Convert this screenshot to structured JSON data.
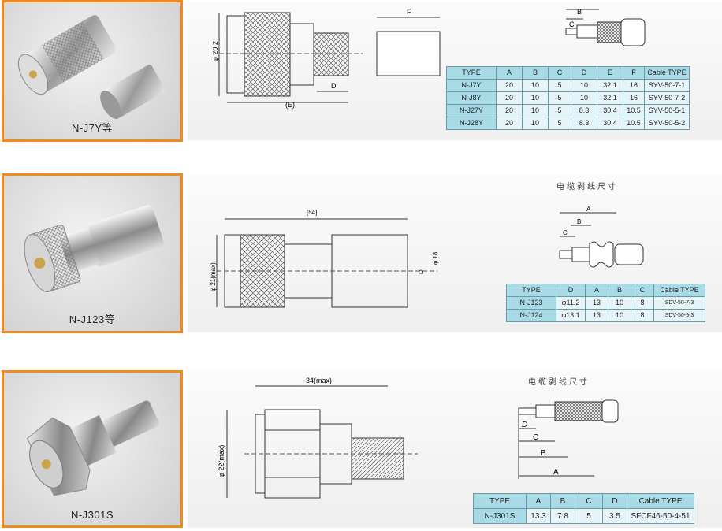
{
  "products": [
    {
      "caption": "N-J7Y等",
      "drawing_labels": {
        "dia": "φ 20.2",
        "d": "D",
        "e": "(E)",
        "f": "F",
        "b": "B",
        "c": "C"
      },
      "table": {
        "headers": [
          "TYPE",
          "A",
          "B",
          "C",
          "D",
          "E",
          "F",
          "Cable TYPE"
        ],
        "rows": [
          [
            "N-J7Y",
            "20",
            "10",
            "5",
            "10",
            "32.1",
            "16",
            "SYV-50-7-1"
          ],
          [
            "N-J8Y",
            "20",
            "10",
            "5",
            "10",
            "32.1",
            "16",
            "SYV-50-7-2"
          ],
          [
            "N-J27Y",
            "20",
            "10",
            "5",
            "8.3",
            "30.4",
            "10.5",
            "SYV-50-5-1"
          ],
          [
            "N-J28Y",
            "20",
            "10",
            "5",
            "8.3",
            "30.4",
            "10.5",
            "SYV-50-5-2"
          ]
        ]
      }
    },
    {
      "caption": "N-J123等",
      "strip_title": "电缆剥线尺寸",
      "drawing_labels": {
        "len": "[54]",
        "dia": "φ 21(max)",
        "d": "D",
        "d18": "φ 18",
        "a": "A",
        "b": "B",
        "c": "C"
      },
      "table": {
        "headers": [
          "TYPE",
          "D",
          "A",
          "B",
          "C",
          "Cable TYPE"
        ],
        "rows": [
          [
            "N-J123",
            "φ11.2",
            "13",
            "10",
            "8",
            "SDV-50-7-3"
          ],
          [
            "N-J124",
            "φ13.1",
            "13",
            "10",
            "8",
            "SDV-50-9-3"
          ]
        ]
      }
    },
    {
      "caption": "N-J301S",
      "strip_title": "电缆剥线尺寸",
      "drawing_labels": {
        "len": "34(max)",
        "dia": "φ 22(max)",
        "a": "A",
        "b": "B",
        "c": "C",
        "d": "D"
      },
      "table": {
        "headers": [
          "TYPE",
          "A",
          "B",
          "C",
          "D",
          "Cable TYPE"
        ],
        "rows": [
          [
            "N-J301S",
            "13.3",
            "7.8",
            "5",
            "3.5",
            "SFCF46-50-4-51"
          ]
        ]
      }
    }
  ]
}
